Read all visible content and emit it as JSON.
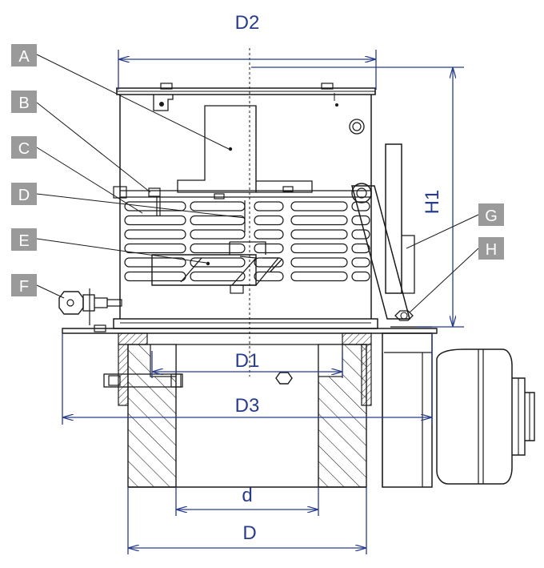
{
  "dimensions": {
    "D2": "D2",
    "H1": "H1",
    "D1": "D1",
    "D3": "D3",
    "d": "d",
    "D": "D"
  },
  "callouts": [
    {
      "id": "a",
      "label": "A"
    },
    {
      "id": "b",
      "label": "B"
    },
    {
      "id": "c",
      "label": "C"
    },
    {
      "id": "d",
      "label": "D"
    },
    {
      "id": "e",
      "label": "E"
    },
    {
      "id": "f",
      "label": "F"
    },
    {
      "id": "g",
      "label": "G"
    },
    {
      "id": "h",
      "label": "H"
    }
  ],
  "colors": {
    "dimension": "#283c8c",
    "callout_box": "#9a9a9a",
    "callout_text": "#ffffff",
    "outline": "#1a1a1a"
  }
}
